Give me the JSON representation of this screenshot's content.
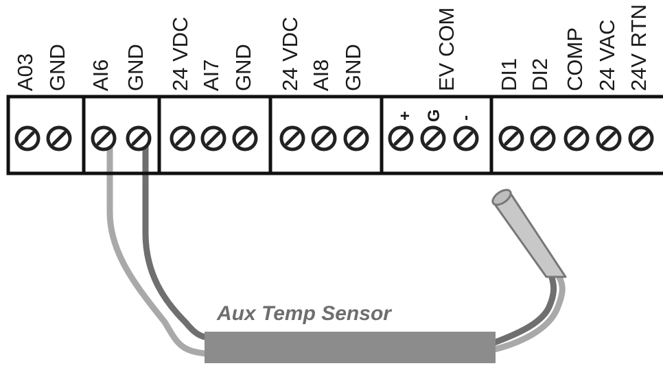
{
  "blocks": [
    {
      "id": "block-1",
      "terminals": [
        "A03",
        "GND"
      ]
    },
    {
      "id": "block-2",
      "terminals": [
        "AI6",
        "GND"
      ]
    },
    {
      "id": "block-3",
      "terminals": [
        "24 VDC",
        "AI7",
        "GND"
      ]
    },
    {
      "id": "block-4",
      "terminals": [
        "24 VDC",
        "AI8",
        "GND"
      ]
    },
    {
      "id": "block-5",
      "label": "EV COM",
      "polarity": [
        "+",
        "G",
        "-"
      ]
    },
    {
      "id": "block-6",
      "terminals": [
        "DI1",
        "DI2",
        "COMP",
        "24 VAC",
        "24V RTN"
      ]
    }
  ],
  "sensor": {
    "label": "Aux Temp Sensor",
    "connected_to": [
      "AI6",
      "GND"
    ]
  },
  "colors": {
    "outline": "#111111",
    "screw": "#222222",
    "wire_light": "#a9a9a9",
    "wire_dark": "#6f6f6f",
    "sensor_body": "#8c8c8c",
    "probe": "#c8c8c8",
    "sensor_text": "#6e6e6e"
  }
}
